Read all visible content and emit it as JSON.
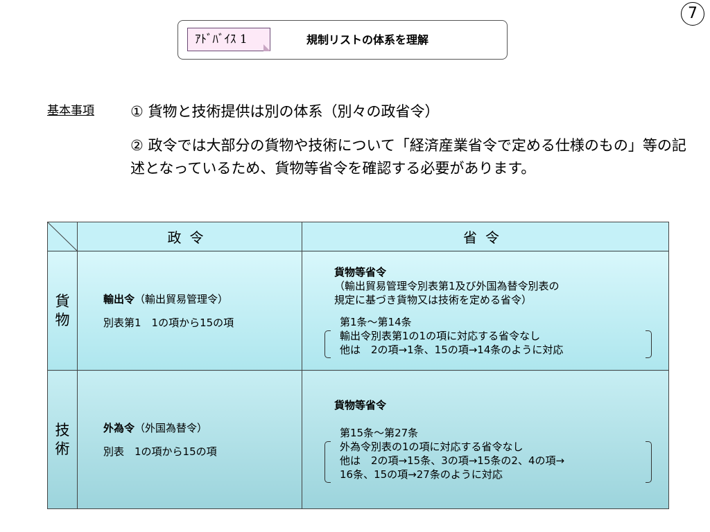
{
  "page_number": "7",
  "header": {
    "advice_tag": "ｱﾄﾞﾊﾞｲｽ 1",
    "title": "規制リストの体系を理解"
  },
  "basic": {
    "label": "基本事項",
    "item1": "① 貨物と技術提供は別の体系（別々の政省令）",
    "item2": "② 政令では大部分の貨物や技術について「経済産業省令で定める仕様のもの」等の記述となっているため、貨物等省令を確認する必要があります。"
  },
  "table": {
    "col_cabinet": "政令",
    "col_ministerial": "省令",
    "goods": {
      "row_label": "貨物",
      "cabinet_name": "輸出令",
      "cabinet_name_paren": "（輸出貿易管理令）",
      "cabinet_detail": "別表第1　1の項から15の項",
      "min_name": "貨物等省令",
      "min_desc1": "（輸出貿易管理令別表第1及び外国為替令別表の",
      "min_desc2": "規定に基づき貨物又は技術を定める省令）",
      "min_range": "第1条～第14条",
      "min_note1": "輸出令別表第1の1の項に対応する省令なし",
      "min_note2": "他は　2の項→1条、15の項→14条のように対応"
    },
    "tech": {
      "row_label": "技術",
      "cabinet_name": "外為令",
      "cabinet_name_paren": "（外国為替令）",
      "cabinet_detail": "別表　1の項から15の項",
      "min_name": "貨物等省令",
      "min_range": "第15条～第27条",
      "min_note1": "外為令別表の1の項に対応する省令なし",
      "min_note2": "他は　2の項→15条、3の項→15条の2、4の項→",
      "min_note3": "16条、15の項→27条のように対応"
    }
  }
}
